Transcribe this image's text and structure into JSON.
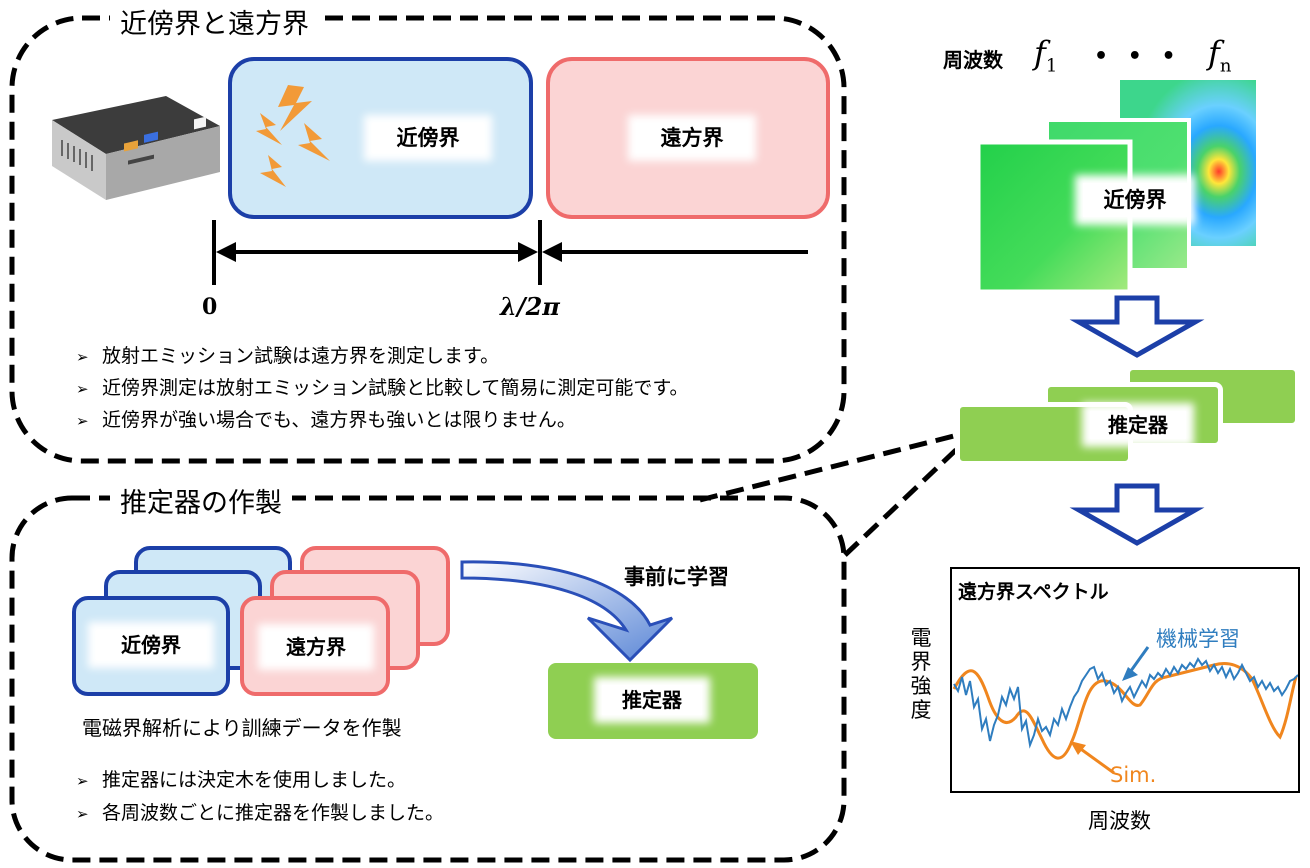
{
  "top_panel": {
    "title": "近傍界と遠方界",
    "near_label": "近傍界",
    "far_label": "遠方界",
    "axis_start": "0",
    "axis_boundary": "λ/2π",
    "bullets": [
      "放射エミッション試験は遠方界を測定します。",
      "近傍界測定は放射エミッション試験と比較して簡易に測定可能です。",
      "近傍界が強い場合でも、遠方界も強いとは限りません。"
    ]
  },
  "bottom_panel": {
    "title": "推定器の作製",
    "near_label": "近傍界",
    "far_label": "遠方界",
    "pretrain_label": "事前に学習",
    "estimator_label": "推定器",
    "caption": "電磁界解析により訓練データを作製",
    "bullets": [
      "推定器には決定木を使用しました。",
      "各周波数ごとに推定器を作製しました。"
    ]
  },
  "right_flow": {
    "freq_label": "周波数",
    "f1_base": "f",
    "f1_sub": "1",
    "dots": "• • •",
    "fn_base": "f",
    "fn_sub": "n",
    "near_label": "近傍界",
    "estimator_label": "推定器"
  },
  "spectrum": {
    "title": "遠方界スペクトル",
    "ylabel": "電界強度",
    "xlabel": "周波数",
    "ml_label": "機械学習",
    "sim_label": "Sim."
  },
  "colors": {
    "near_fill": "#cfe8f7",
    "near_border": "#1c3fa8",
    "far_fill": "#fbd4d4",
    "far_border": "#ef6b6b",
    "estimator_green": "#8fcf52",
    "ml_line": "#2f7dbf",
    "sim_line": "#f0861e"
  }
}
